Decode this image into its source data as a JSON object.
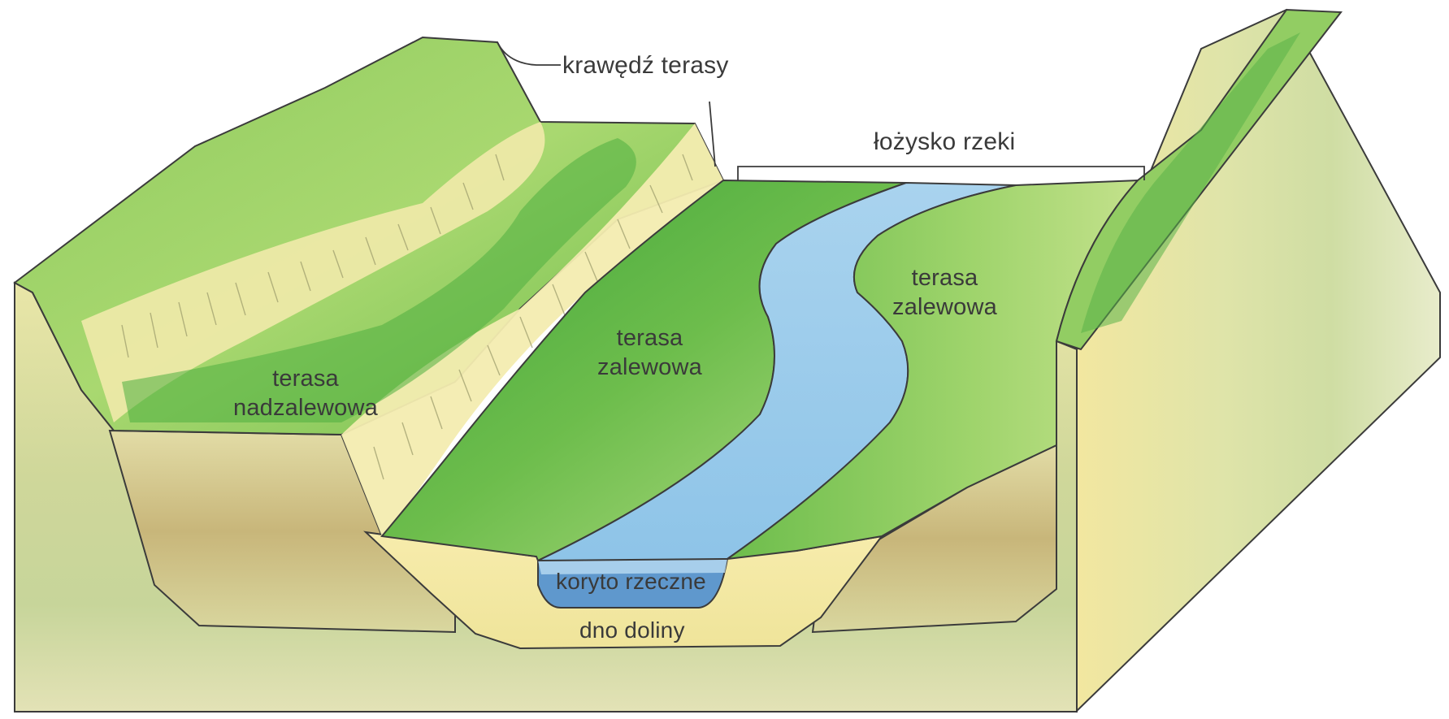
{
  "labels": {
    "terrace_edge": "krawędź terasy",
    "riverbed": "łożysko rzeki",
    "floodplain_left": [
      "terasa",
      "zalewowa"
    ],
    "floodplain_right": [
      "terasa",
      "zalewowa"
    ],
    "high_terrace": [
      "terasa",
      "nadzalewowa"
    ],
    "river_channel": "koryto rzeczne",
    "valley_floor": "dno doliny"
  },
  "colors": {
    "water": "#9ccbe9",
    "channel_water": "#5f98cd",
    "light_green": "#a8d56a",
    "dark_green": "#4fae3e",
    "sand": "#f4e9a6",
    "soil": "#c9b77a",
    "outline": "#3b3b3b"
  }
}
